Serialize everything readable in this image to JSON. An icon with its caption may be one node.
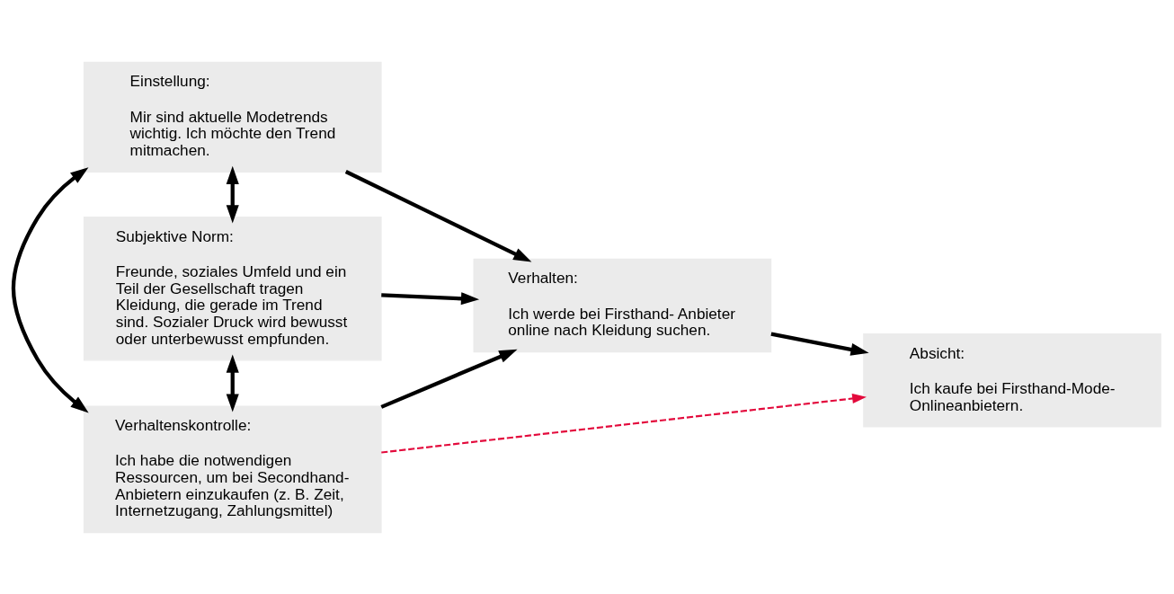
{
  "diagram": {
    "nodes": [
      {
        "text": [
          "Einstellung:",
          "Mir sind aktuelle Modetrends wichtig. Ich möchte den Trend mitmachen."
        ]
      },
      {
        "text": [
          "Subjektive Norm:",
          "Freunde, soziales Umfeld und ein Teil der Gesellschaft tragen Kleidung, die gerade im Trend sind. Sozialer Druck wird bewusst oder unterbewusst empfunden."
        ]
      },
      {
        "text": [
          "Verhaltenskontrolle:",
          "Ich habe die notwendigen Ressourcen, um bei Secondhand-Anbietern einzukaufen (z. B. Zeit, Internetzugang, Zahlungsmittel)"
        ]
      },
      {
        "text": [
          "Verhalten:",
          "Ich werde bei Firsthand- Anbieter online nach Kleidung suchen."
        ]
      },
      {
        "text": [
          "Absicht:",
          "Ich kaufe bei Firsthand-Mode-Onlineanbietern."
        ]
      }
    ],
    "edges": [
      {
        "from": 0,
        "to": 3,
        "arrow": "to"
      },
      {
        "from": 0,
        "to": 1,
        "arrow": "both"
      },
      {
        "from": 0,
        "to": 2,
        "arrow": "both"
      },
      {
        "from": 1,
        "to": 3,
        "arrow": "to"
      },
      {
        "from": 1,
        "to": 2,
        "arrow": "both"
      },
      {
        "from": 2,
        "to": 3,
        "arrow": "to"
      },
      {
        "from": 3,
        "to": 4,
        "arrow": "to"
      },
      {
        "from": 2,
        "to": 4,
        "arrow": "to",
        "style": "dashed",
        "color": "#e30a3c"
      }
    ]
  }
}
